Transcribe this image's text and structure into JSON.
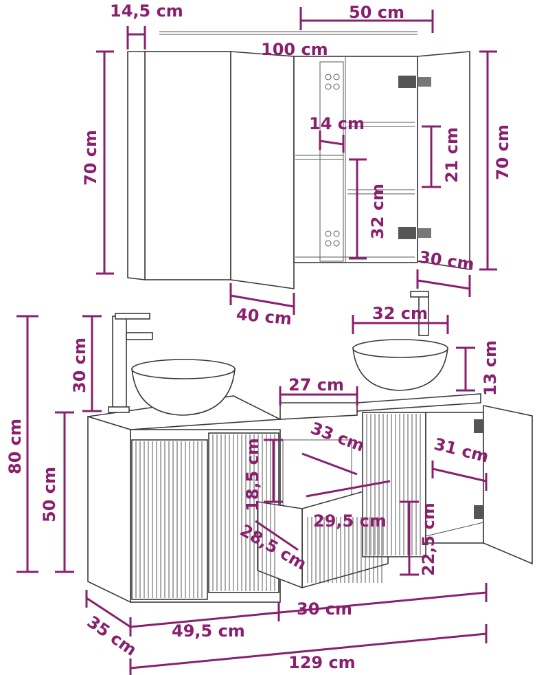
{
  "dimensions": {
    "cabinet_depth": "14,5 cm",
    "cabinet_door_width": "50 cm",
    "cabinet_total_width": "100 cm",
    "cabinet_height_left": "70 cm",
    "cabinet_height_right": "70 cm",
    "shelf_depth": "14 cm",
    "shelf_gap": "21 cm",
    "lower_compartment": "32 cm",
    "door_width_open": "30 cm",
    "mirror_door_width": "40 cm",
    "basin_diameter": "32 cm",
    "basin_height": "13 cm",
    "faucet_height": "30 cm",
    "total_height": "80 cm",
    "vanity_height": "50 cm",
    "drawer_opening_width": "27 cm",
    "drawer_depth_top": "33 cm",
    "inner_depth": "31 cm",
    "drawer_front_height": "18,5 cm",
    "drawer_width": "29,5 cm",
    "drawer_length": "28,5 cm",
    "drawer_side_height": "22,5 cm",
    "vanity_depth": "35 cm",
    "left_unit_width": "49,5 cm",
    "middle_unit_width": "30 cm",
    "total_width": "129 cm"
  }
}
